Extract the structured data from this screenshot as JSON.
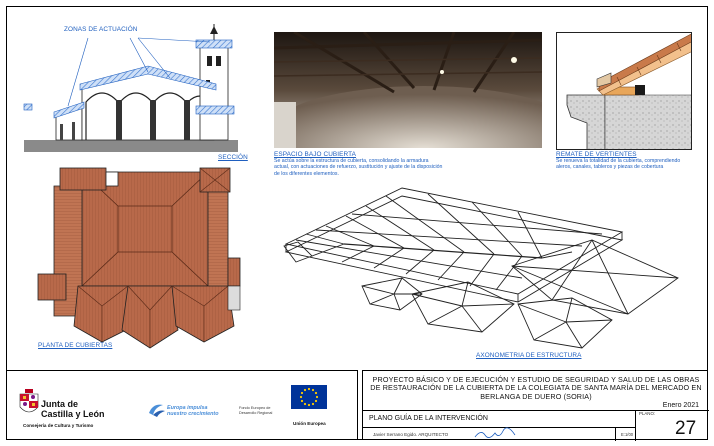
{
  "labels": {
    "zonas": "ZONAS DE ACTUACIÓN",
    "seccion": "SECCIÓN",
    "espacio_title": "ESPACIO BAJO CUBIERTA",
    "espacio_text": "Se actúa sobre la estructura de cubierta, consolidando la armadura actual, con actuaciones de refuerzo, sustitución y ajuste de la disposición de los diferentes elementos.",
    "remate_title": "REMATE DE VERTIENTES",
    "remate_text": "Se renueva la totalidad de la cubierta, comprendiendo aleros, canales, tableros y piezas de cobertura",
    "planta": "PLANTA DE CUBIERTAS",
    "axono": "AXONOMETRIA DE ESTRUCTURA"
  },
  "title_block": {
    "project_title": "PROYECTO BÁSICO Y DE EJECUCIÓN Y ESTUDIO DE SEGURIDAD Y SALUD DE LAS OBRAS DE RESTAURACIÓN DE LA CUBIERTA DE LA COLEGIATA DE SANTA MARÍA DEL MERCADO EN BERLANGA DE DUERO (SORIA)",
    "date": "Enero 2021",
    "plan_name": "PLANO GUÍA DE LA INTERVENCIÓN",
    "author": "Javier Serrano Egido. ARQUITECTO",
    "escala": "E:1/00",
    "plano_label": "PLANO:",
    "plano_number": "27"
  },
  "logos": {
    "jcyl_line1": "Junta de",
    "jcyl_line2": "Castilla y León",
    "jcyl_sub": "Consejería de Cultura y Turismo",
    "feder_line1": "Europa impulsa",
    "feder_line2": "nuestro crecimiento",
    "fondo": "Fondo Europeo de Desarrollo Regional",
    "ue": "Unión Europea"
  },
  "colors": {
    "roof": "#b8694a",
    "roof_dark": "#7a3e28",
    "annot_blue": "#1f5fbf",
    "eu_blue": "#003399",
    "eu_star": "#ffcc00"
  }
}
